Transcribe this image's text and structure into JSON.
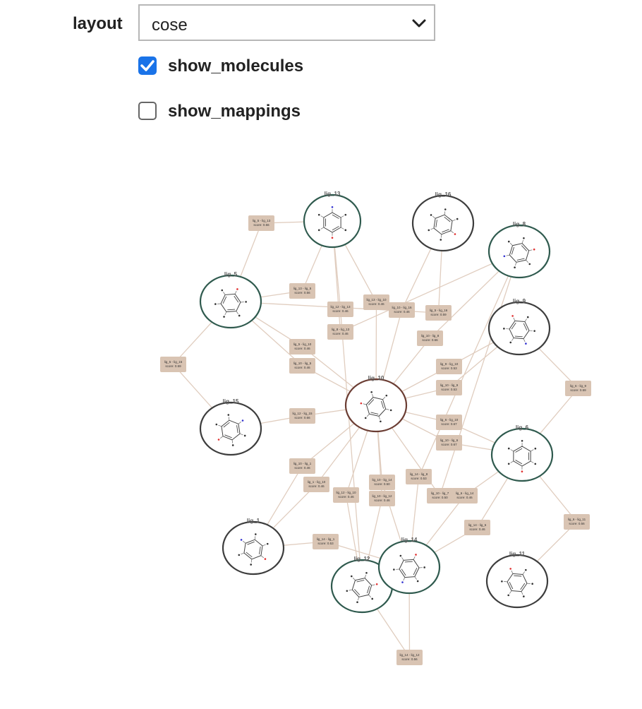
{
  "controls": {
    "layout_label": "layout",
    "layout_value": "cose",
    "show_molecules_label": "show_molecules",
    "show_molecules_checked": true,
    "show_mappings_label": "show_mappings",
    "show_mappings_checked": false
  },
  "graph": {
    "nodes": [
      {
        "id": "lig_13",
        "label": "lig_13"
      },
      {
        "id": "lig_16",
        "label": "lig_16"
      },
      {
        "id": "lig_8",
        "label": "lig_8"
      },
      {
        "id": "lig_5",
        "label": "lig_5"
      },
      {
        "id": "lig_9",
        "label": "lig_9"
      },
      {
        "id": "lig_10",
        "label": "lig_10"
      },
      {
        "id": "lig_15",
        "label": "lig_15"
      },
      {
        "id": "lig_6",
        "label": "lig_6"
      },
      {
        "id": "lig_1",
        "label": "lig_1"
      },
      {
        "id": "lig_12",
        "label": "lig_12"
      },
      {
        "id": "lig_14",
        "label": "lig_14"
      },
      {
        "id": "lig_11",
        "label": "lig_11"
      }
    ],
    "edges": [
      {
        "line1": "lig_5 - lig_13",
        "line2": "score: 0.56"
      },
      {
        "line1": "lig_13 - lig_5",
        "line2": "score: 0.56"
      },
      {
        "line1": "lig_12 - lig_13",
        "line2": "score: 0.46"
      },
      {
        "line1": "lig_13 - lig_10",
        "line2": "score: 0.46"
      },
      {
        "line1": "lig_10 - lig_16",
        "line2": "score: 0.46"
      },
      {
        "line1": "lig_5 - lig_16",
        "line2": "score: 0.59"
      },
      {
        "line1": "lig_8 - lig_13",
        "line2": "score: 0.46"
      },
      {
        "line1": "lig_10 - lig_8",
        "line2": "score: 0.66"
      },
      {
        "line1": "lig_5 - lig_10",
        "line2": "score: 0.46"
      },
      {
        "line1": "lig_10 - lig_5",
        "line2": "score: 0.46"
      },
      {
        "line1": "lig_5 - lig_15",
        "line2": "score: 0.59"
      },
      {
        "line1": "lig_9 - lig_10",
        "line2": "score: 0.53"
      },
      {
        "line1": "lig_10 - lig_9",
        "line2": "score: 0.53"
      },
      {
        "line1": "lig_6 - lig_9",
        "line2": "score: 0.59"
      },
      {
        "line1": "lig_12 - lig_15",
        "line2": "score: 0.66"
      },
      {
        "line1": "lig_6 - lig_10",
        "line2": "score: 0.67"
      },
      {
        "line1": "lig_10 - lig_6",
        "line2": "score: 0.67"
      },
      {
        "line1": "lig_10 - lig_1",
        "line2": "score: 0.46"
      },
      {
        "line1": "lig_1 - lig_10",
        "line2": "score: 0.46"
      },
      {
        "line1": "lig_14 - lig_8",
        "line2": "score: 0.53"
      },
      {
        "line1": "lig_12 - lig_10",
        "line2": "score: 0.46"
      },
      {
        "line1": "lig_10 - lig_14",
        "line2": "score: 0.50"
      },
      {
        "line1": "lig_10 - lig_12",
        "line2": "score: 0.46"
      },
      {
        "line1": "lig_10 - lig_7",
        "line2": "score: 0.50"
      },
      {
        "line1": "lig_6 - lig_14",
        "line2": "score: 0.46"
      },
      {
        "line1": "lig_14 - lig_6",
        "line2": "score: 0.46"
      },
      {
        "line1": "lig_6 - lig_11",
        "line2": "score: 0.56"
      },
      {
        "line1": "lig_14 - lig_1",
        "line2": "score: 0.53"
      },
      {
        "line1": "lig_14 - lig_12",
        "line2": "score: 0.56"
      }
    ]
  },
  "colors": {
    "node_border_green": "#2f5a4e",
    "node_border_dark": "#3d3d3d",
    "node_border_center": "#6b3d33",
    "edge_line": "#e0cdbf",
    "edge_label_bg": "#d9c4b3",
    "checkbox_blue": "#1a73e8",
    "atom_oxygen": "#e03030",
    "atom_nitrogen": "#3030d0",
    "atom_chlorine": "#30b030"
  },
  "icons": {
    "chevron": "chevron-down-icon",
    "check": "checkmark-icon"
  }
}
